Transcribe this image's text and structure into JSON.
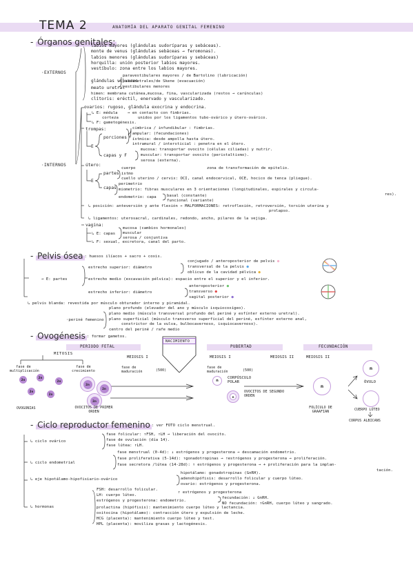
{
  "header": {
    "tema": "TEMA  2",
    "subtitle": "ANATOMÍA DEL APARATO GENITAL FEMENINO"
  },
  "organos": {
    "title": "Órganos genitales:",
    "externos_label": "EXTERNOS",
    "ext": [
      "labios mayores (glándulas sudoríparas y sebáceas).",
      "monte de venus (glándulas sebáceas → feromonas).",
      "labios menores (glándulas sudoríparas y sebáceas)",
      "horquilla: unión posterior labios mayores.",
      "vestíbulo: zona entre los labios mayores.",
      "parauretrales/de Skene (evacuación)",
      "vestibulares menores",
      "meato uretral",
      "himen: membrana cutánea,mucosa, fina, vascularizada (restos → carúnculas)",
      "clítoris: eréctil, enervado y vascularizado."
    ],
    "glandulas_vulvares": "glándulas vulvares",
    "bartolino": "paravestibulares mayores / de Bartolino (lubricación)",
    "internos_label": "INTERNOS",
    "ovarios": "ovarios: rugoso, glándula exocrina y endocrina.",
    "e_medula": "E: médula",
    "e_corteza": "corteza",
    "ovario_contacto": "en contacto con fimbrias.",
    "ovario_unidos": "unidos por los ligamentos tubo-ovárico y útero-ovárico.",
    "f_gametogenesis": "F: gametogénesis.",
    "trompas": "trompas:",
    "porciones": "porciones",
    "trompa_porciones": [
      "cimbrica / infundibular : fimbrias.",
      "ampular: (fecundaciones)",
      "ístmica: desde ampolla hasta útero.",
      "intramural / intersticial : penetra en el útero."
    ],
    "e": "E",
    "capas_y_f": "capas y F",
    "trompa_capas": [
      "mucosa: transportar ovocito (células ciliadas) y nutrir.",
      "muscular: transportar ovocito (peristaltismo).",
      "serosa (externa)."
    ],
    "utero": "útero:",
    "partes": "partes",
    "utero_partes": [
      "cuerpo",
      "istmo",
      "cuello uterino / cervix: OCI, canal endocervical, OCE, hocico de tenca (pliegue)."
    ],
    "zona_transformacion": "zona de transformación de epitelio.",
    "capas": "capas",
    "perimetrio": "perimetrio",
    "miometrio": "miometrio: fibras musculares en 3 orientaciones (longitudinales, espirales y circula-",
    "miometrio_cont": "res).",
    "endometrio": "endometrio: capa",
    "basal": "basal (constante)",
    "funcional": "funcional (variante)",
    "posicion": "posición: anteversión y ante flexión → MALFORMACIONES: retroflexión, retroversión, torsión uterina y",
    "prolapso": "prolapso.",
    "ligamentos": "ligamentos: uterosacral, cardinales, redondo, ancho, pilares de la vejiga.",
    "vagina": "vagina:",
    "e_capas": "E: capas",
    "vagina_capas": [
      "mucosa (cambios hormonales)",
      "muscular",
      "serosa / conjuntiva"
    ],
    "f_vagina": "F: sexual, excretora, canal del parto."
  },
  "pelvis": {
    "title": "Pelvis ósea",
    "desc": ": huesos ilíacos + sacro + coxis.",
    "e_partes": "E: partes",
    "superior": "estrecho superior: diámetro",
    "sup_items": [
      "conjugado / anteroposterior de pelvis",
      "transversal de la pelvis",
      "oblicuo de la cavidad pélvica"
    ],
    "medio": "estrecho medio (excavación pélvica): espacio entre el superior y el inferior.",
    "inferior": "estrecho inferior: diámetro",
    "inf_items": [
      "anteroposterior",
      "transverso",
      "sagital posterior"
    ],
    "blanda": "pelvis blanda: revestida por músculo obturador interno y piramidal.",
    "perine_label": "periné femenino",
    "perine": [
      "plano profundo (elevador del ano y músculo isquiocoxígeo).",
      "plano medio (músculo transversal profundo del periné y esfínter externo uretral).",
      "plano superficial (músculo transverso superficial del periné, esfínter externo anal,",
      "constrictor de la vulva, bulbocavernoso, isquiocavernoso).",
      "centro del periné / rafe medio"
    ],
    "dot_colors": [
      "#f5b3cc",
      "#5aa7e8",
      "#e8b23a",
      "#6cc36c",
      "#e04848",
      "#8e6fd0"
    ]
  },
  "ovo": {
    "title": "Ovogénesis",
    "desc": ": formar gametos.",
    "periodo_fetal": "PERIODO FETAL",
    "nacimiento": "NACIMIENTO",
    "pubertad": "PUBERTAD",
    "fecundacion": "FECUNDACIÓN",
    "mitosis": "MITOSIS",
    "fase_multiplicacion": "fase de multiplicación",
    "fase_crecimiento": "fase de crecimiento",
    "meiosis1_a": "MEIOSIS I",
    "fase_maduracion_a": "fase de maduración",
    "n500_a": "(500)",
    "meiosis1_b": "MEIOSIS I",
    "fase_maduracion_b": "fase de maduración",
    "n500_b": "(500)",
    "meiosis2_a": "MEIOSIS II",
    "meiosis2_b": "MEIOSIS II",
    "corpusculo": "CORPÚSCULO POLAR",
    "ovocitos2": "OVOCITOS DE SEGUNDO ORDEN",
    "ovogonias": "OVOGONIAS",
    "ovocitos1": "OVOCITOS DE PRIMER ORDEN",
    "foliculo": "FOLÍCULO DE GRAAFIAN",
    "ovulo": "ÓVULO",
    "cuerpo_luteo": "CUERPO LÚTEO",
    "corpus_albicans": "CORPUS ALBICANS",
    "cell_2n": "2n",
    "cell_n": "n"
  },
  "ciclo": {
    "title": "Ciclo reproductor femenino",
    "desc": ": ver FOTO ciclo menstrual.",
    "ovarico": "ciclo ovárico",
    "ovarico_items": [
      "fase folicular: ↑FSH, ↑LH → liberación del ovocito.",
      "fase de ovulación (día 14).",
      "fase lútea: ↑LH."
    ],
    "endometrial": "ciclo endometrial",
    "endometrial_items": [
      "fase menstrual (0-4d): ↓ estrógenos y progesterona → descamación endometrio.",
      "fase proliferativa (5-14d): ↑gonadotropinas → ↑estrógenos y progesterona → proliferación.",
      "fase secretora /lútea (14-28d): ↑ estrógenos y progesterona → + proliferación para la implan-",
      "tación."
    ],
    "eje": "eje hipotálamo-hipofisiario-ovárico",
    "eje_items": [
      "hipotálamo: gonadotropinas (GnRH).",
      "adenohipófisis: desarrollo folicular y cuerpo lúteo.",
      "ovario: estrógenos y progesterona."
    ],
    "hormonas": "hormonas",
    "hormonas_items": [
      "FSH: desarrollo folicular.",
      "LH: cuerpo lúteo.",
      "estrógenos y progesterona: endometrio.",
      "prolactina (hipófisis): mantenimiento cuerpo lúteo y lactancia.",
      "oxitocina (hipotálamo): contracción útero y expulsión de leche.",
      "HCG (placenta): mantenimiento cuerpo lúteo y test.",
      "HPL (placenta): moviliza grasas y lactogénesis."
    ],
    "ep_sub": [
      "↑ estrógenos y progesterona",
      "fecundación: ↓ GnRH.",
      "NO fecundación: ↑GnRH, cuerpo lúteo y sangrado."
    ]
  }
}
